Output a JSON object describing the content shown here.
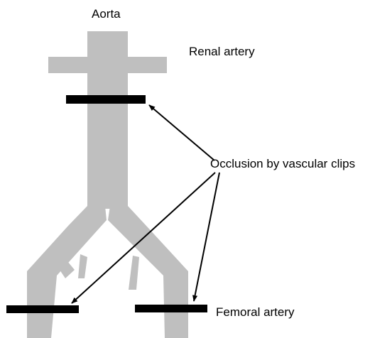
{
  "labels": {
    "aorta": "Aorta",
    "renal_artery": "Renal artery",
    "occlusion": "Occlusion by vascular clips",
    "femoral_artery": "Femoral artery"
  },
  "colors": {
    "vessel": "#bfbfbf",
    "clip": "#000000",
    "arrow": "#000000",
    "text": "#000000"
  }
}
